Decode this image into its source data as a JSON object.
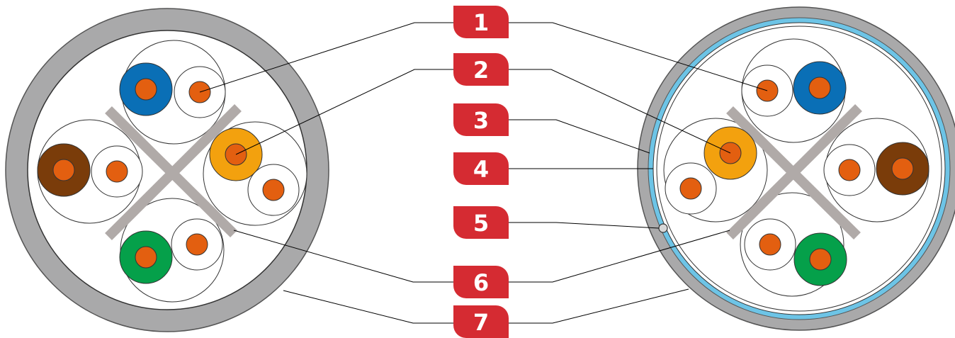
{
  "labels": [
    {
      "num": "1"
    },
    {
      "num": "2"
    },
    {
      "num": "3"
    },
    {
      "num": "4"
    },
    {
      "num": "5"
    },
    {
      "num": "6"
    },
    {
      "num": "7"
    }
  ],
  "colors": {
    "badge": "#d52b32",
    "jacket": "#a9a9aa",
    "jacket_outline": "#555555",
    "insulation_fill": "#ffffff",
    "conductor": "#e35f10",
    "blue": "#0a6fb6",
    "orange": "#f3a10e",
    "brown": "#7a3c0a",
    "green": "#05a04a",
    "separator": "#b0aaa8",
    "foil": "#6dc4e6",
    "leader": "#000000"
  },
  "pairs": [
    "blue",
    "orange",
    "brown",
    "green"
  ]
}
